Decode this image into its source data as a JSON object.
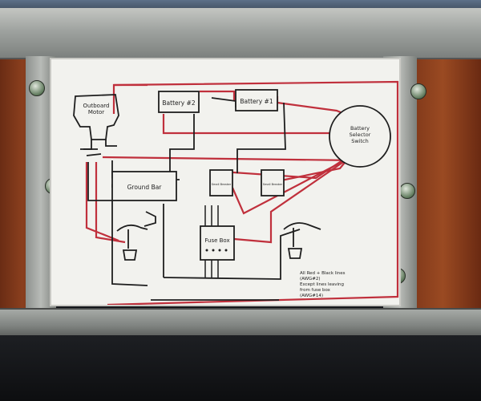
{
  "diagram": {
    "components": {
      "outboard_motor": [
        "Outboard",
        "Motor"
      ],
      "battery_2": "Battery #2",
      "battery_1": "Battery #1",
      "selector_switch": [
        "Battery",
        "Selector",
        "Switch"
      ],
      "ground_bar": "Ground Bar",
      "fuse_box": "Fuse Box",
      "small_switch_a": "Small Breaker",
      "small_switch_b": "Small Breaker"
    },
    "note": [
      "All Red + Black lines",
      "(AWG#2)",
      "Except lines leaving",
      "from fuse box",
      "(AWG#14)"
    ]
  },
  "colors": {
    "red_wire": "#c0303c",
    "black_wire": "#1e1e1e",
    "board": "#f2f2ee"
  }
}
